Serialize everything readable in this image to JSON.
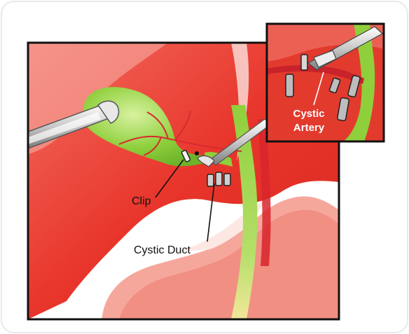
{
  "labels": {
    "clip": "Clip",
    "cystic_duct": "Cystic Duct",
    "inset_line1": "Cystic",
    "inset_line2": "Artery"
  },
  "colors": {
    "liver": "#e8352b",
    "liver_light": "#f4a39a",
    "bile": "#8fcf3c",
    "bile_light": "#c2e87a",
    "artery": "#e2343a",
    "metal": "#dcdcdc",
    "frame": "#111111",
    "text": "#ffffff"
  },
  "icons": {
    "grasper": "grasper-instrument-icon",
    "clip_applier": "clip-applier-icon",
    "surgical_clip": "surgical-clip-icon"
  }
}
